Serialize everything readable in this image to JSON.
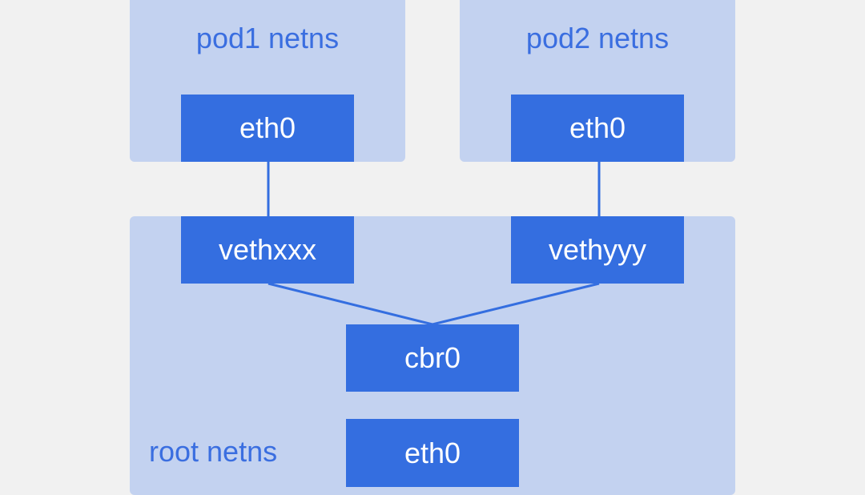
{
  "namespaces": {
    "pod1": "pod1 netns",
    "pod2": "pod2 netns",
    "root": "root netns"
  },
  "interfaces": {
    "pod1_eth0": "eth0",
    "pod2_eth0": "eth0",
    "vethxxx": "vethxxx",
    "vethyyy": "vethyyy",
    "cbr0": "cbr0",
    "root_eth0": "eth0"
  },
  "colors": {
    "background": "#f1f1f1",
    "namespace_fill": "#c3d2f0",
    "interface_fill": "#346ee0",
    "label_text": "#3a6ee0",
    "link_line": "#346ee0"
  }
}
